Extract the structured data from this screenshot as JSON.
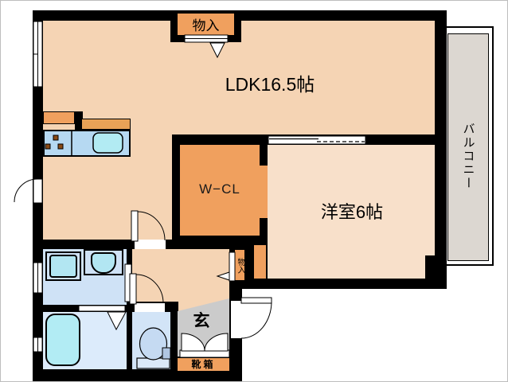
{
  "plan": {
    "ldk_label": "LDK16.5帖",
    "western_room_label": "洋室6帖",
    "walk_in_closet_label": "W−CL",
    "balcony_label": "バルコニー",
    "storage_top_label": "物入",
    "storage_hall_label": "物入",
    "entrance_label": "玄",
    "shoe_cabinet_label": "靴箱"
  },
  "colors": {
    "wall": "#000000",
    "ldk_floor": "#f5d4b4",
    "western_room_floor": "#f8e0ca",
    "closet_orange": "#f0a05e",
    "kitchen_counter_blue": "#b6d9f2",
    "sink_cyan": "#b2ebf3",
    "wet_room_floor": "#cfe2f6",
    "bath_floor": "#dcebfb",
    "toilet_floor": "#d2e4f7",
    "genkan_gray": "#cbcbcb",
    "balcony_gray": "#dcd7d1",
    "background": "#ffffff"
  }
}
